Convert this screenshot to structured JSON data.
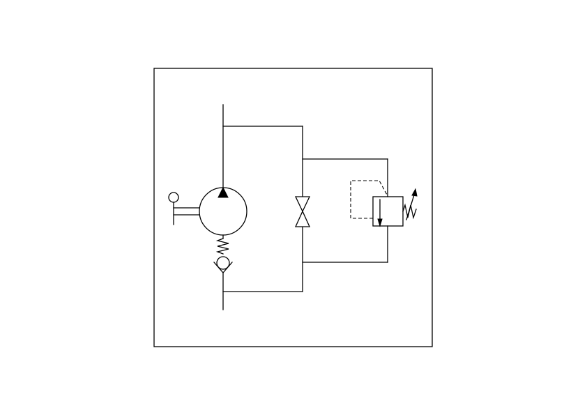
{
  "diagram": {
    "kind": "hydraulic-schematic",
    "components": [
      {
        "id": "pump",
        "symbol": "hydraulic-pump-icon"
      },
      {
        "id": "hand-lever",
        "symbol": "manual-lever-icon"
      },
      {
        "id": "check-valve",
        "symbol": "spring-loaded-check-valve-icon"
      },
      {
        "id": "shutoff-valve",
        "symbol": "gate-valve-icon"
      },
      {
        "id": "relief-valve",
        "symbol": "adjustable-pressure-relief-valve-icon"
      }
    ],
    "colors": {
      "line": "#000000",
      "background": "#ffffff"
    }
  }
}
